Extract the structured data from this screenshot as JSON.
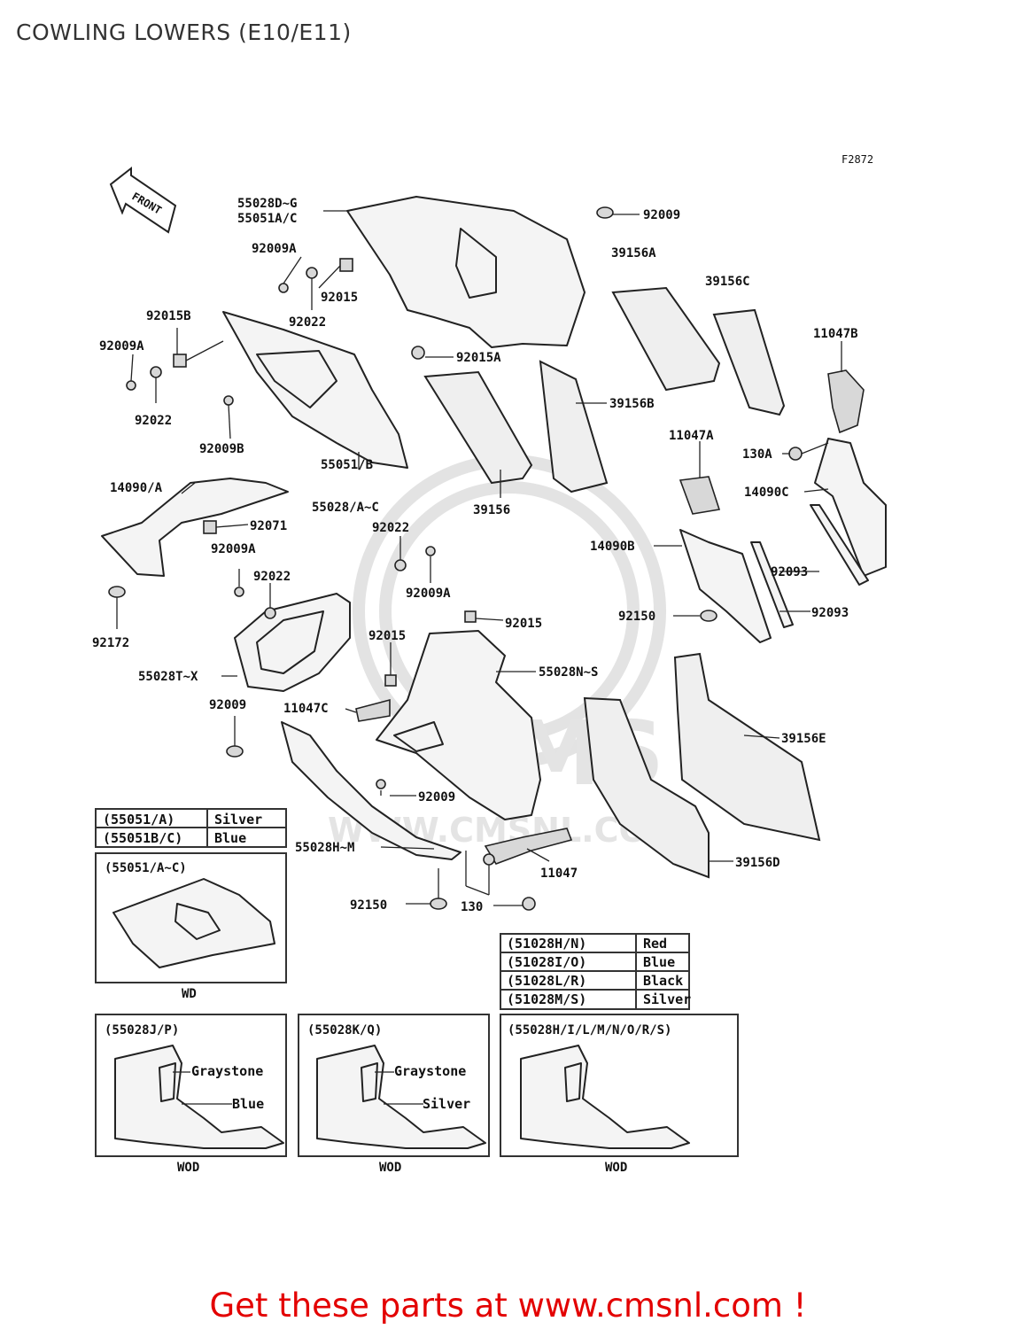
{
  "title": "COWLING LOWERS (E10/E11)",
  "figure_code": "F2872",
  "front_label": "FRONT",
  "watermark": {
    "main": "CMS",
    "url": "WWW.CMSNL.COM"
  },
  "part_labels": {
    "p55028DG": "55028D~G",
    "p55051AC": "55051A/C",
    "p92009_top": "92009",
    "p92009A_1": "92009A",
    "p92015_1": "92015",
    "p92022_1": "92022",
    "p39156A": "39156A",
    "p39156C": "39156C",
    "p92015B": "92015B",
    "p92009A_2": "92009A",
    "p11047B": "11047B",
    "p92015A": "92015A",
    "p92022_2": "92022",
    "p39156B": "39156B",
    "p92009B": "92009B",
    "p11047A": "11047A",
    "p130A": "130A",
    "p55051B": "55051/B",
    "p55028AC": "55028/A~C",
    "p39156": "39156",
    "p14090A": "14090/A",
    "p14090C": "14090C",
    "p92071": "92071",
    "p92022_3": "92022",
    "p92009A_3": "92009A",
    "p14090B": "14090B",
    "p92093_1": "92093",
    "p92022_4": "92022",
    "p92009A_4": "92009A",
    "p92172": "92172",
    "p92093_2": "92093",
    "p92150_1": "92150",
    "p92015_2": "92015",
    "p92015_3": "92015",
    "p55028TX": "55028T~X",
    "p55028NS": "55028N~S",
    "p92009_mid": "92009",
    "p11047C": "11047C",
    "p39156E": "39156E",
    "p92009_low": "92009",
    "p55028HM": "55028H~M",
    "p39156D": "39156D",
    "p11047": "11047",
    "p92150_2": "92150",
    "p130": "130"
  },
  "color_table_1": [
    {
      "code": "(55051/A)",
      "color": "Silver"
    },
    {
      "code": "(55051B/C)",
      "color": "Blue"
    }
  ],
  "color_table_2": [
    {
      "code": "(51028H/N)",
      "color": "Red"
    },
    {
      "code": "(51028I/O)",
      "color": "Blue"
    },
    {
      "code": "(51028L/R)",
      "color": "Black"
    },
    {
      "code": "(51028M/S)",
      "color": "Silver"
    }
  ],
  "inset_wd": {
    "heading": "(55051/A~C)",
    "caption": "WD"
  },
  "inset_jp": {
    "heading": "(55028J/P)",
    "label_a": "Graystone",
    "label_b": "Blue",
    "caption": "WOD"
  },
  "inset_kq": {
    "heading": "(55028K/Q)",
    "label_a": "Graystone",
    "label_b": "Silver",
    "caption": "WOD"
  },
  "inset_hs": {
    "heading": "(55028H/I/L/M/N/O/R/S)",
    "caption": "WOD"
  },
  "promo": "Get these parts at www.cmsnl.com !"
}
